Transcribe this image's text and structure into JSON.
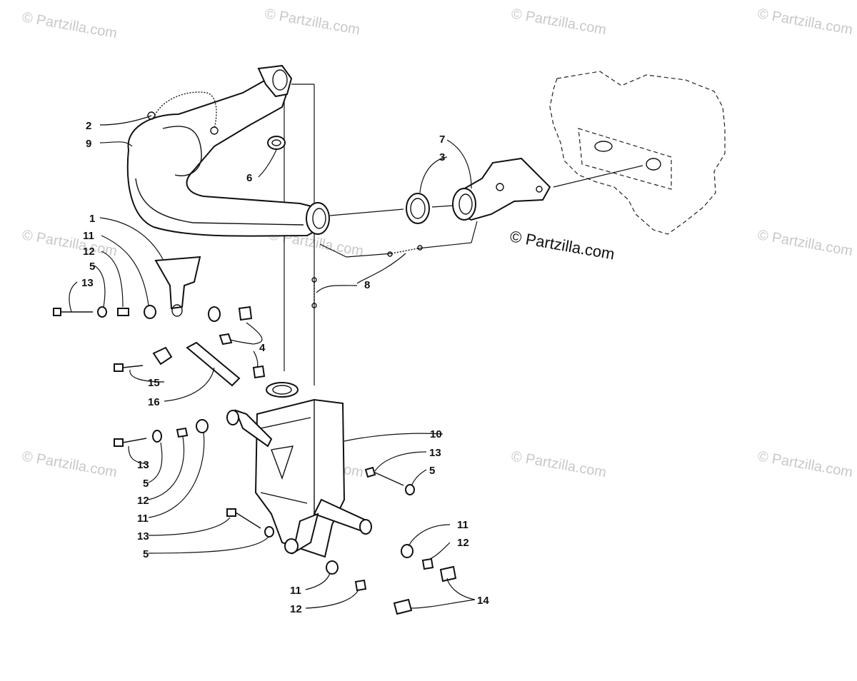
{
  "watermark": {
    "text": "© Partzilla.com",
    "main_text": "© Partzilla.com"
  },
  "callouts": {
    "c1": "1",
    "c2": "2",
    "c3": "3",
    "c4": "4",
    "c5a": "5",
    "c5b": "5",
    "c5c": "5",
    "c5d": "5",
    "c6": "6",
    "c7": "7",
    "c8": "8",
    "c9": "9",
    "c10": "10",
    "c11a": "11",
    "c11b": "11",
    "c11c": "11",
    "c11d": "11",
    "c12a": "12",
    "c12b": "12",
    "c12c": "12",
    "c12d": "12",
    "c13a": "13",
    "c13b": "13",
    "c13c": "13",
    "c13d": "13",
    "c14": "14",
    "c15": "15",
    "c16": "16"
  },
  "colors": {
    "line": "#111111",
    "watermark": "#c8c8c8",
    "background": "#ffffff"
  }
}
